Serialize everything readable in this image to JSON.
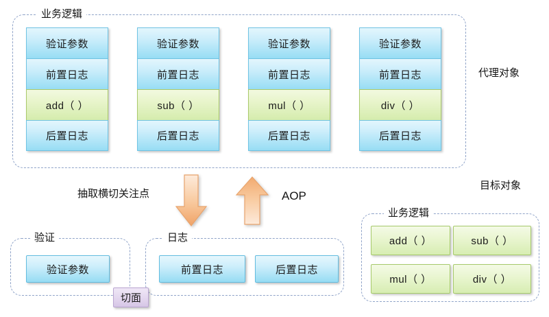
{
  "diagram": {
    "title_hidden": "",
    "colors": {
      "blue_fill": "#9adef5",
      "green_fill": "#d7edb2",
      "purple_fill": "#d6c6e6",
      "arrow_orange": "#f2ad75",
      "dashed_border": "#8fa3c8"
    }
  },
  "proxy_section": {
    "group_label": "业务逻辑",
    "side_label": "代理对象",
    "columns": [
      {
        "cells": [
          {
            "text": "验证参数",
            "kind": "blue"
          },
          {
            "text": "前置日志",
            "kind": "blue"
          },
          {
            "text": "add（ ）",
            "kind": "green"
          },
          {
            "text": "后置日志",
            "kind": "blue"
          }
        ]
      },
      {
        "cells": [
          {
            "text": "验证参数",
            "kind": "blue"
          },
          {
            "text": "前置日志",
            "kind": "blue"
          },
          {
            "text": "sub（ ）",
            "kind": "green"
          },
          {
            "text": "后置日志",
            "kind": "blue"
          }
        ]
      },
      {
        "cells": [
          {
            "text": "验证参数",
            "kind": "blue"
          },
          {
            "text": "前置日志",
            "kind": "blue"
          },
          {
            "text": "mul（ ）",
            "kind": "green"
          },
          {
            "text": "后置日志",
            "kind": "blue"
          }
        ]
      },
      {
        "cells": [
          {
            "text": "验证参数",
            "kind": "blue"
          },
          {
            "text": "前置日志",
            "kind": "blue"
          },
          {
            "text": "div（ ）",
            "kind": "green"
          },
          {
            "text": "后置日志",
            "kind": "blue"
          }
        ]
      }
    ]
  },
  "middle": {
    "extract_label": "抽取横切关注点",
    "aop_label": "AOP",
    "down_arrow_name": "down-arrow",
    "up_arrow_name": "up-arrow"
  },
  "validate_group": {
    "label": "验证",
    "items": [
      {
        "text": "验证参数"
      }
    ]
  },
  "log_group": {
    "label": "日志",
    "items": [
      {
        "text": "前置日志"
      },
      {
        "text": "后置日志"
      }
    ]
  },
  "aspect_badge": {
    "label": "切面"
  },
  "target_section": {
    "side_label": "目标对象",
    "group_label": "业务逻辑",
    "items": [
      {
        "text": "add（ ）"
      },
      {
        "text": "sub（ ）"
      },
      {
        "text": "mul（ ）"
      },
      {
        "text": "div（ ）"
      }
    ]
  }
}
